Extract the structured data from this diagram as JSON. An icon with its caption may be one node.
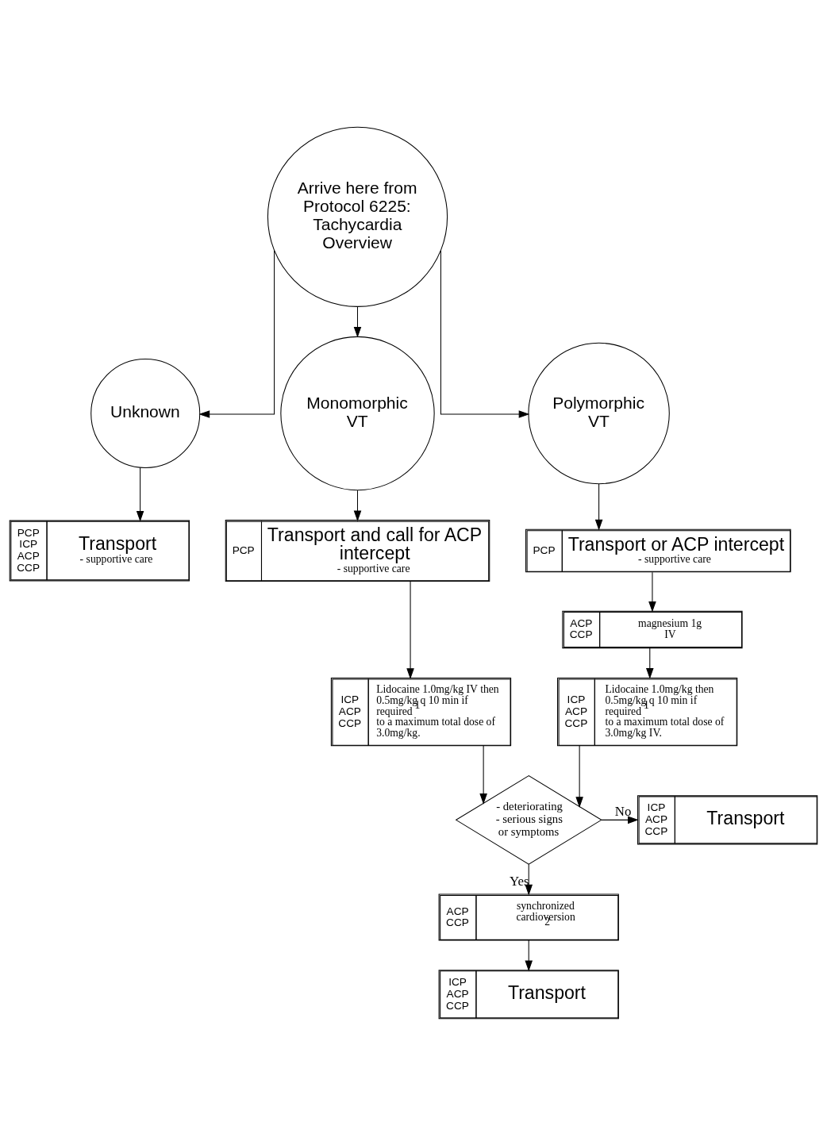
{
  "diagram": {
    "nodes": [
      {
        "text": [
          "Arrive here from Protocol 6225: Tachycardia Overview"
        ]
      },
      {
        "text": [
          "Unknown"
        ]
      },
      {
        "text": [
          "Monomorphic VT"
        ]
      },
      {
        "text": [
          "Polymorphic VT"
        ]
      },
      {
        "text": [
          "PCP ICP ACP CCP",
          "Transport",
          "- supportive care"
        ]
      },
      {
        "text": [
          "PCP",
          "Transport and call for ACP intercept",
          "- supportive care"
        ]
      },
      {
        "text": [
          "PCP",
          "Transport or ACP intercept",
          "- supportive care"
        ]
      },
      {
        "text": [
          "ICP ACP CCP",
          "Lidocaine 1.0mg/kg IV then 0.5mg/kg q 10 min if required$^{1}$ to a maximum total dose of 3.0mg/kg."
        ]
      },
      {
        "text": [
          "ACP CCP",
          "magnesium 1g IV"
        ]
      },
      {
        "text": [
          "ICP ACP CCP",
          "Lidocaine 1.0mg/kg then 0.5mg/kg q 10 min if required$^{1}$ to a maximum total dose of 3.0mg/kg IV."
        ]
      },
      {
        "text": [
          "- deteriorating - serious signs or symptoms"
        ]
      },
      {
        "text": [
          "ICP ACP CCP",
          "Transport"
        ]
      },
      {
        "text": [
          "ACP CCP",
          "synchronized cardioversion $^{2}$"
        ]
      },
      {
        "text": [
          "ICP ACP CCP",
          "Transport"
        ]
      }
    ],
    "edges": [
      {
        "from": 0,
        "to": 1,
        "arrow": "to"
      },
      {
        "from": 0,
        "to": 2,
        "arrow": "to"
      },
      {
        "from": 0,
        "to": 3,
        "arrow": "to"
      },
      {
        "from": 1,
        "to": 4,
        "arrow": "to"
      },
      {
        "from": 2,
        "to": 5,
        "arrow": "to"
      },
      {
        "from": 3,
        "to": 6,
        "arrow": "to"
      },
      {
        "from": 5,
        "to": 7,
        "arrow": "to"
      },
      {
        "from": 6,
        "to": 8,
        "arrow": "to"
      },
      {
        "from": 7,
        "to": 10,
        "arrow": "to"
      },
      {
        "from": 8,
        "to": 9,
        "arrow": "to"
      },
      {
        "from": 9,
        "to": 10,
        "arrow": "to"
      },
      {
        "from": 10,
        "to": 11,
        "label": "No",
        "arrow": "to"
      },
      {
        "from": 10,
        "to": 12,
        "label": "Yes",
        "arrow": "to"
      },
      {
        "from": 12,
        "to": 13,
        "arrow": "to"
      }
    ]
  }
}
